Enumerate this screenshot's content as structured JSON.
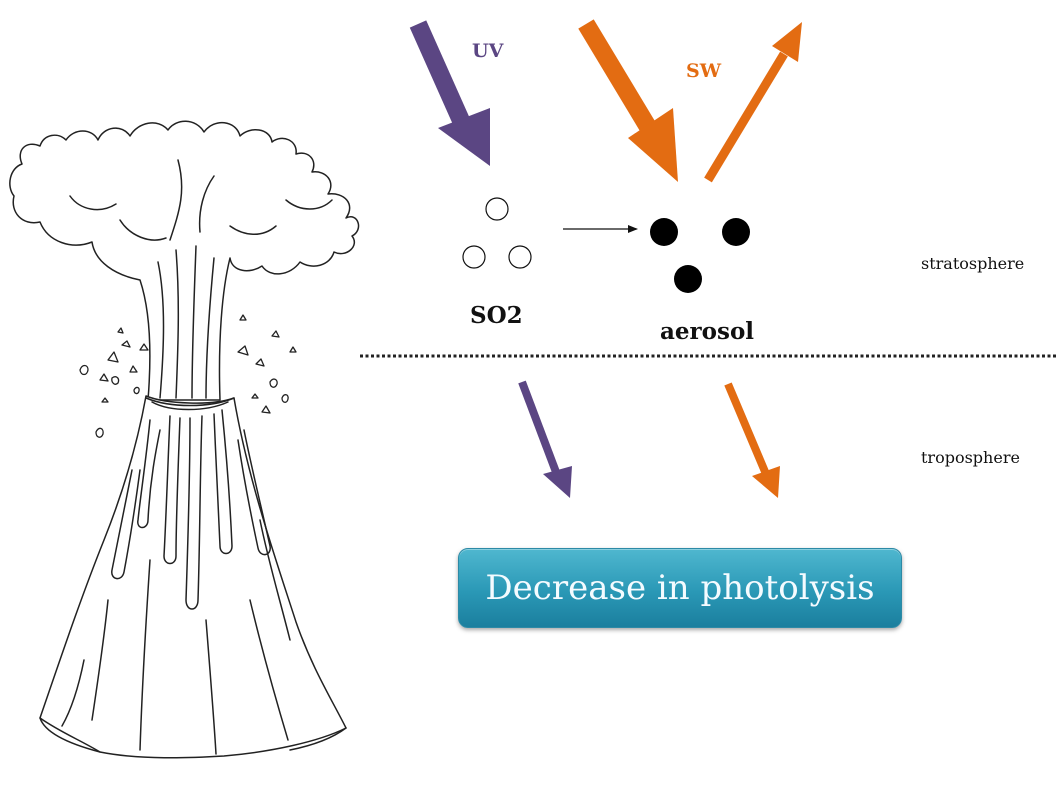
{
  "labels": {
    "uv": "UV",
    "sw": "SW",
    "so2": "SO2",
    "aerosol": "aerosol",
    "stratosphere": "stratosphere",
    "troposphere": "troposphere"
  },
  "result_box": {
    "text": "Decrease in photolysis"
  },
  "colors": {
    "uv_arrow": "#5b4683",
    "sw_arrow": "#e36c12",
    "box": "#2a98b6",
    "box_text": "#f4fbff"
  },
  "icons": [
    "volcano-icon"
  ]
}
